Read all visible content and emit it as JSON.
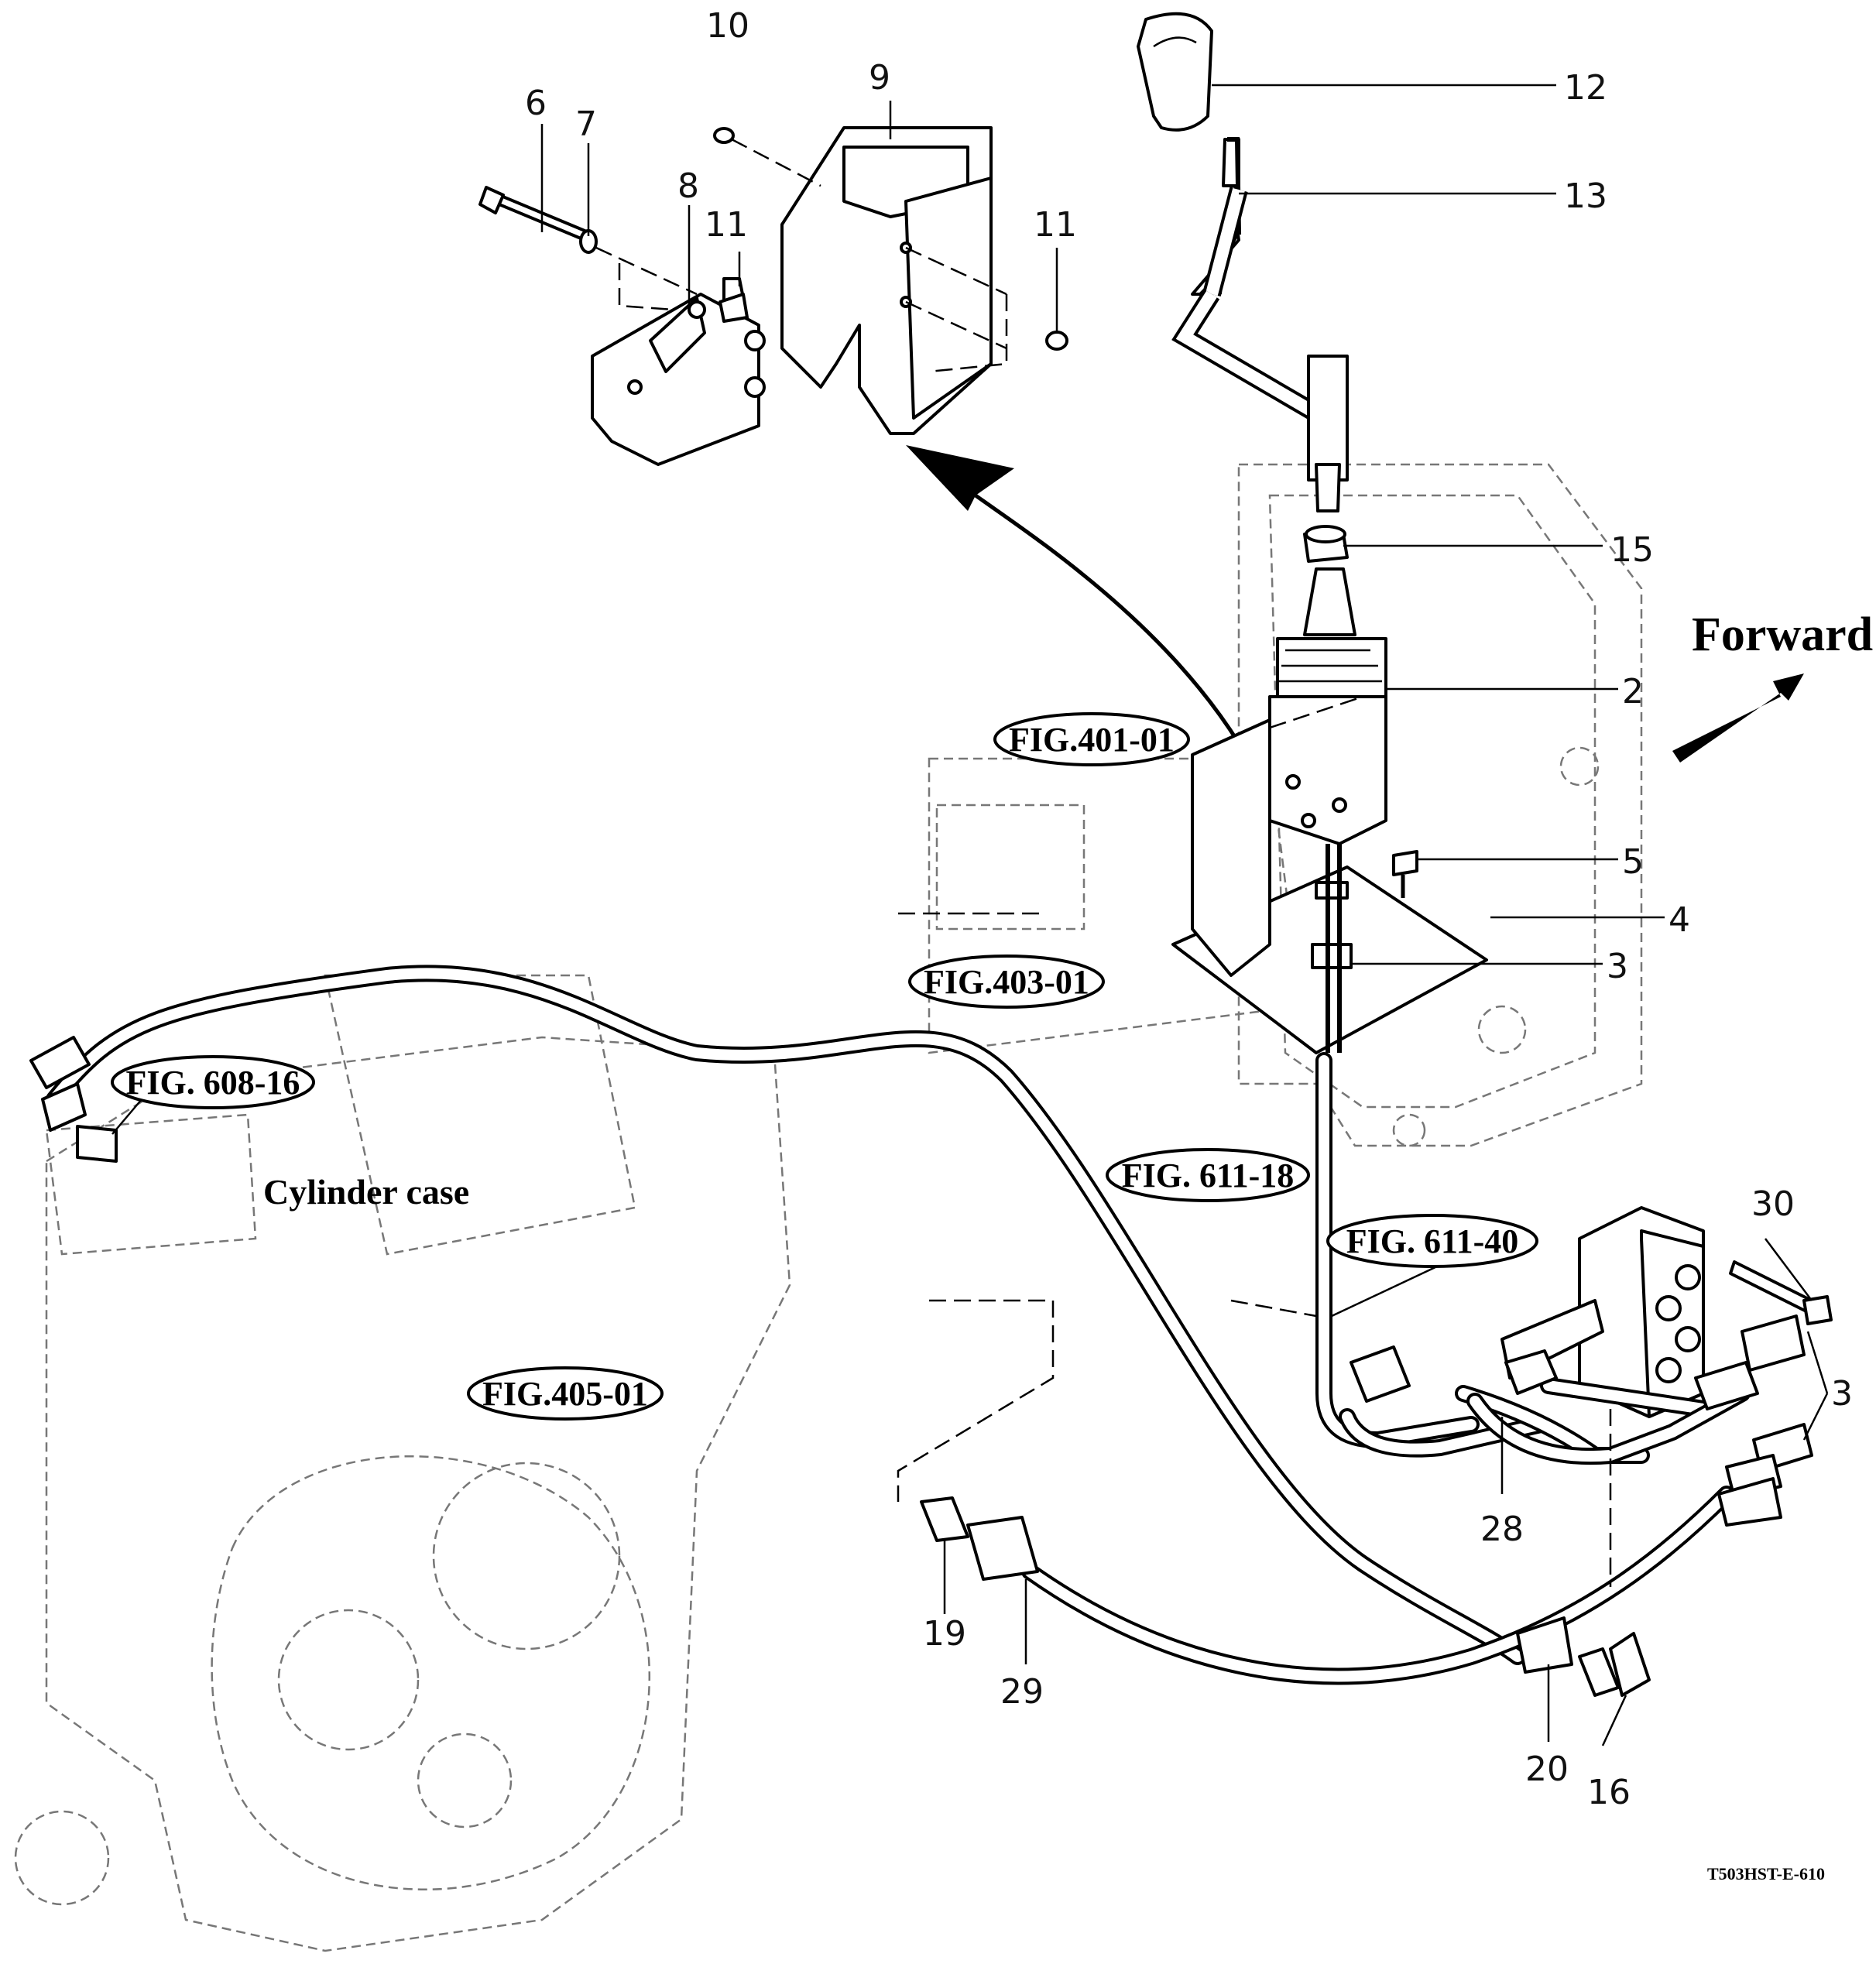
{
  "diagram": {
    "drawing_code": "T503HST-E-610",
    "direction_label": "Forward",
    "component_label": "Cylinder case",
    "figure_references": [
      "FIG.401-01",
      "FIG.403-01",
      "FIG.405-01",
      "FIG. 608-16",
      "FIG. 611-18",
      "FIG. 611-40"
    ],
    "callouts": [
      "2",
      "3",
      "3",
      "4",
      "5",
      "6",
      "7",
      "8",
      "9",
      "10",
      "11",
      "11",
      "12",
      "13",
      "15",
      "16",
      "19",
      "20",
      "28",
      "29",
      "30"
    ]
  }
}
